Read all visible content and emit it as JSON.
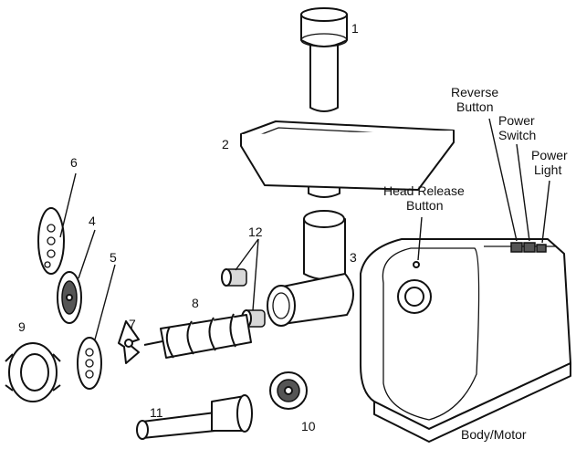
{
  "parts": {
    "p1": "1",
    "p2": "2",
    "p3": "3",
    "p4": "4",
    "p5": "5",
    "p6": "6",
    "p7": "7",
    "p8": "8",
    "p9": "9",
    "p10": "10",
    "p11": "11",
    "p12": "12"
  },
  "labels": {
    "reverse_line1": "Reverse",
    "reverse_line2": "Button",
    "power_switch_line1": "Power",
    "power_switch_line2": "Switch",
    "power_light_line1": "Power",
    "power_light_line2": "Light",
    "head_release_line1": "Head Release",
    "head_release_line2": "Button",
    "body_motor": "Body/Motor"
  }
}
